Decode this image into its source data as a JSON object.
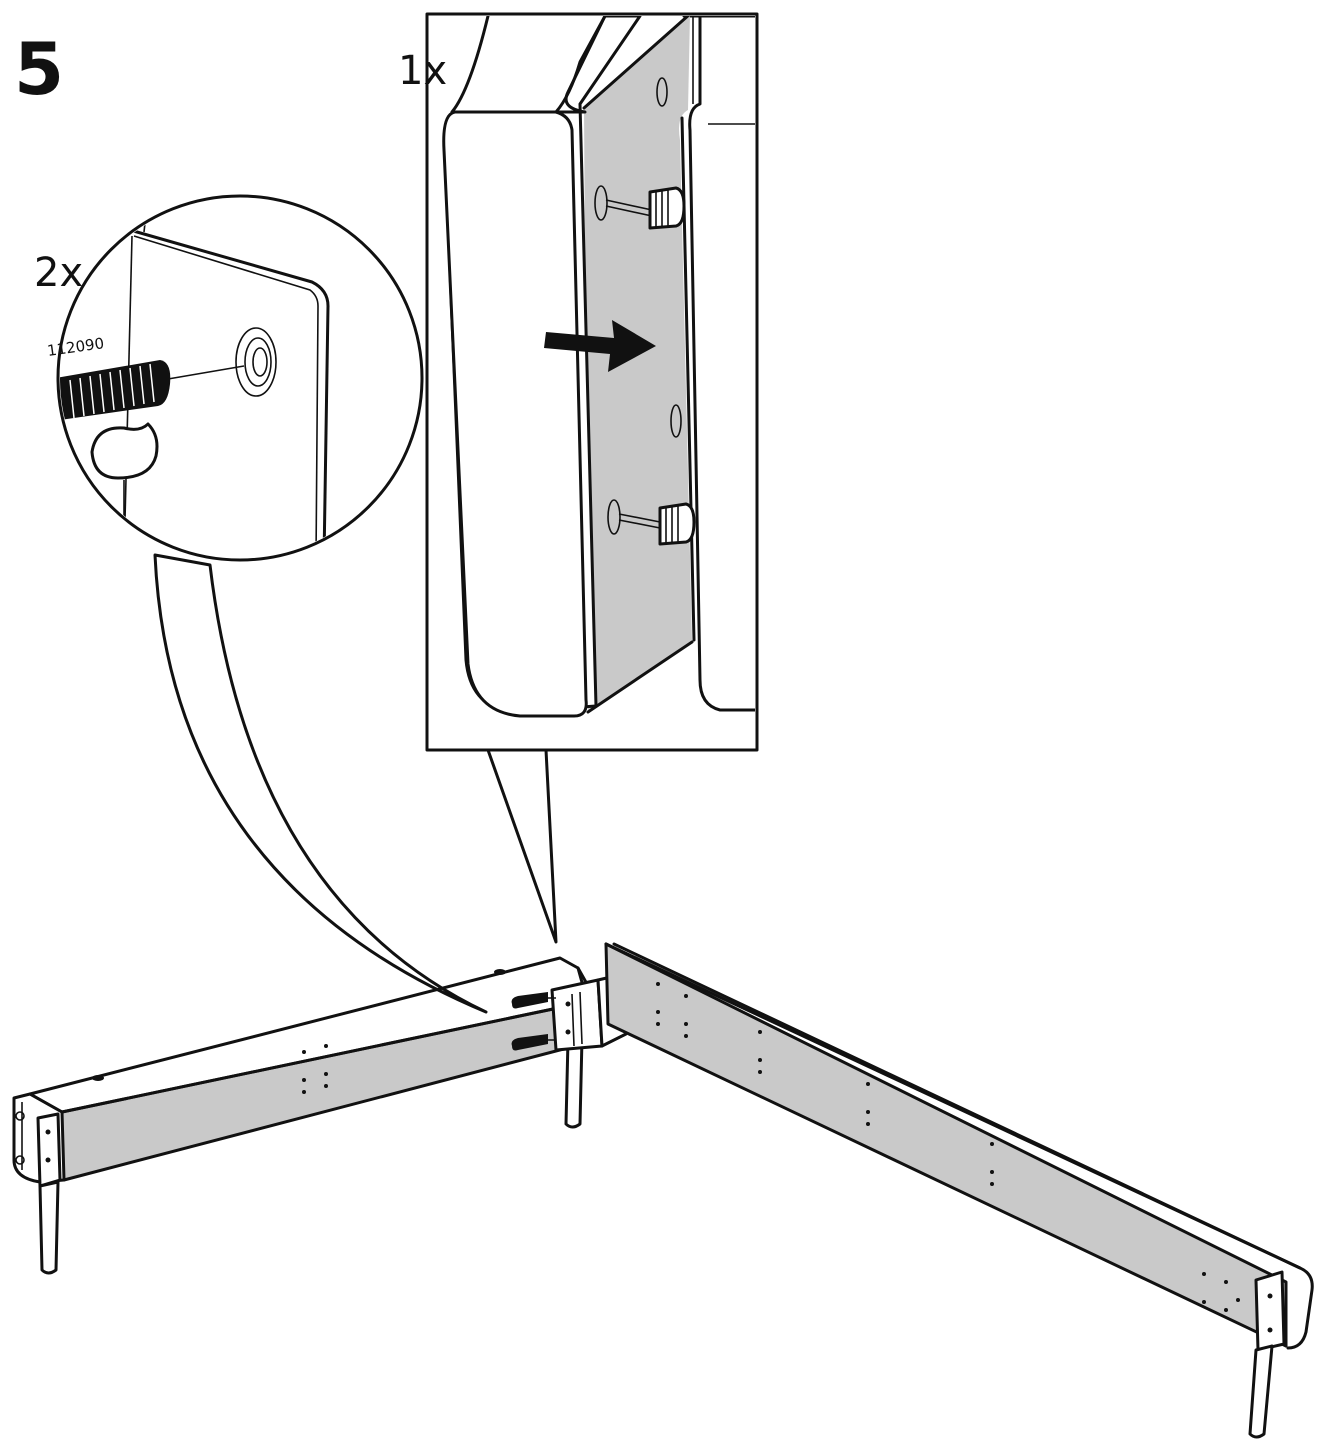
{
  "step": {
    "number": "5"
  },
  "detail_large": {
    "quantity": "1x"
  },
  "detail_circle": {
    "quantity": "2x",
    "part_number": "112090"
  },
  "colors": {
    "ink": "#111111",
    "panel_grey": "#c9c9c9",
    "background": "#ffffff"
  },
  "icons": {
    "direction_arrow": "arrow-right-icon",
    "screw": "screw-icon",
    "hole": "hole-icon"
  }
}
